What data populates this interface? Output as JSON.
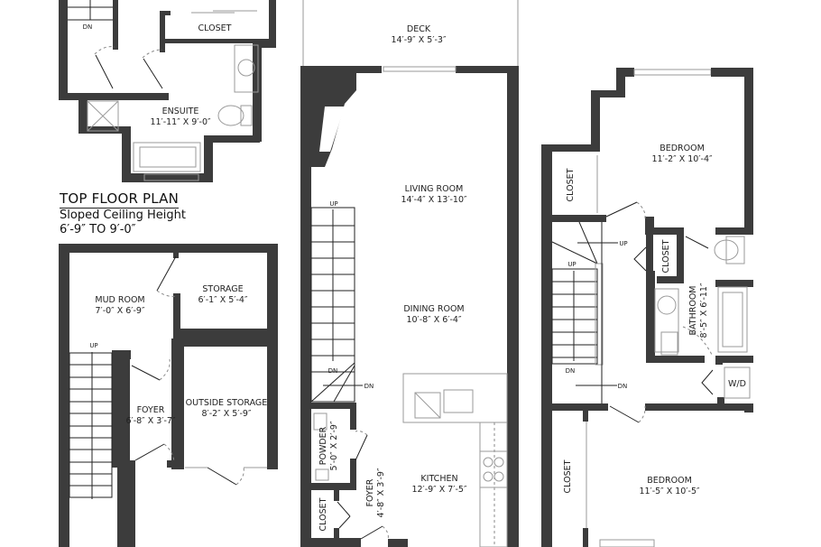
{
  "title_block": {
    "title": "TOP FLOOR PLAN",
    "subtitle": "Sloped Ceiling Height",
    "height_range": "6′-9″ TO 9′-0″"
  },
  "colors": {
    "wall": "#3c3c3c",
    "fixture": "#9a9a9a",
    "background": "#ffffff"
  },
  "top_floor": {
    "stair_label": "DN",
    "closet": "CLOSET",
    "ensuite": {
      "name": "ENSUITE",
      "dims": "11′-11″ X 9′-0″"
    }
  },
  "lower_floor": {
    "mud_room": {
      "name": "MUD ROOM",
      "dims": "7′-0″ X 6′-9″"
    },
    "storage": {
      "name": "STORAGE",
      "dims": "6′-1″ X 5′-4″"
    },
    "foyer": {
      "name": "FOYER",
      "dims": "6′-8″ X 3′-7″"
    },
    "outside_storage": {
      "name": "OUTSIDE STORAGE",
      "dims": "8′-2″ X 5′-9″"
    },
    "stair_label": "UP"
  },
  "main_floor": {
    "deck": {
      "name": "DECK",
      "dims": "14′-9″ X 5′-3″"
    },
    "living_room": {
      "name": "LIVING ROOM",
      "dims": "14′-4″ X 13′-10″"
    },
    "dining_room": {
      "name": "DINING ROOM",
      "dims": "10′-8″ X 6′-4″"
    },
    "kitchen": {
      "name": "KITCHEN",
      "dims": "12′-9″ X 7′-5″"
    },
    "powder": {
      "name": "POWDER",
      "dims": "5′-0″ X 2′-9″"
    },
    "foyer": {
      "name": "FOYER",
      "dims": "4′-8″ X 3′-9″"
    },
    "closet": "CLOSET",
    "stair_up": "UP",
    "stair_dn": "DN",
    "stair_dn2": "DN"
  },
  "upper_floor": {
    "bedroom1": {
      "name": "BEDROOM",
      "dims": "11′-2″ X 10′-4″"
    },
    "bedroom2": {
      "name": "BEDROOM",
      "dims": "11′-5″ X 10′-5″"
    },
    "bathroom": {
      "name": "BATHROOM",
      "dims": "8′-5″ X 6′-11″"
    },
    "closet1": "CLOSET",
    "closet2": "CLOSET",
    "closet3": "CLOSET",
    "wd": "W/D",
    "stair_up": "UP",
    "stair_up2": "UP",
    "stair_dn": "DN",
    "stair_dn2": "DN"
  }
}
